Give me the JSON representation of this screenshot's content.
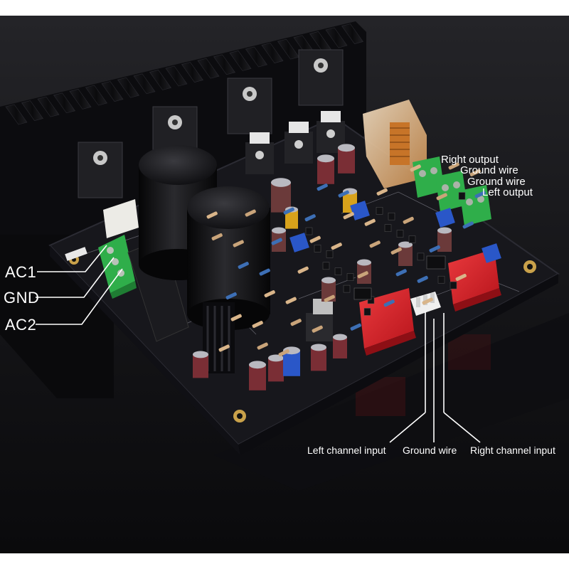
{
  "labels": {
    "ac1": "AC1",
    "gnd": "GND",
    "ac2": "AC2",
    "right_output": "Right output",
    "ground_wire_1": "Ground wire",
    "ground_wire_2": "Ground wire",
    "left_output": "Left output",
    "left_channel_input": "Left channel input",
    "ground_wire_input": "Ground wire",
    "right_channel_input": "Right channel input"
  },
  "colors": {
    "background_top": "#1c1c1e",
    "background_bottom": "#0b0b0d",
    "pcb": "#15151a",
    "heatsink": "#0d0d10",
    "terminal_green": "#2fae4a",
    "film_cap_red": "#d8232a",
    "trimmer_blue": "#2a57c8",
    "label_text": "#ffffff"
  }
}
